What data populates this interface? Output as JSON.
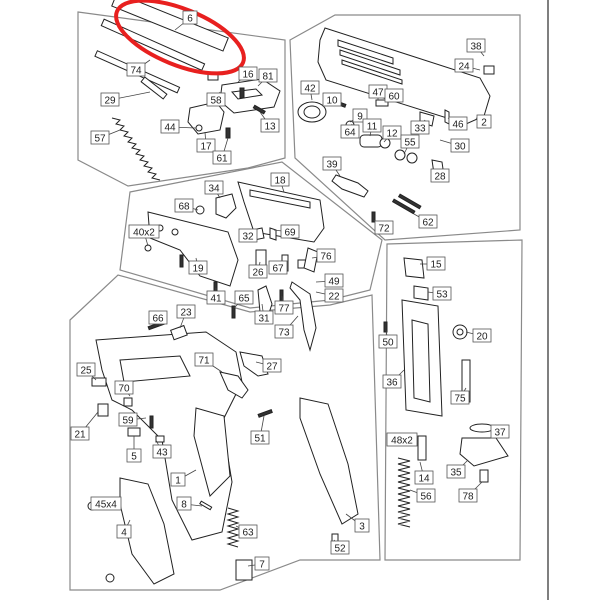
{
  "highlight": {
    "color": "#e8201f",
    "target_part": "6"
  },
  "parts": [
    {
      "n": "6"
    },
    {
      "n": "74"
    },
    {
      "n": "29"
    },
    {
      "n": "57"
    },
    {
      "n": "16"
    },
    {
      "n": "81"
    },
    {
      "n": "58"
    },
    {
      "n": "44"
    },
    {
      "n": "17"
    },
    {
      "n": "13"
    },
    {
      "n": "61"
    },
    {
      "n": "38"
    },
    {
      "n": "24"
    },
    {
      "n": "42"
    },
    {
      "n": "10"
    },
    {
      "n": "47"
    },
    {
      "n": "60"
    },
    {
      "n": "9"
    },
    {
      "n": "64"
    },
    {
      "n": "11"
    },
    {
      "n": "12"
    },
    {
      "n": "33"
    },
    {
      "n": "46"
    },
    {
      "n": "2"
    },
    {
      "n": "55"
    },
    {
      "n": "30"
    },
    {
      "n": "39"
    },
    {
      "n": "28"
    },
    {
      "n": "72"
    },
    {
      "n": "62"
    },
    {
      "n": "34"
    },
    {
      "n": "18"
    },
    {
      "n": "68"
    },
    {
      "n": "40x2"
    },
    {
      "n": "32"
    },
    {
      "n": "69"
    },
    {
      "n": "19"
    },
    {
      "n": "26"
    },
    {
      "n": "67"
    },
    {
      "n": "76"
    },
    {
      "n": "49"
    },
    {
      "n": "41"
    },
    {
      "n": "65"
    },
    {
      "n": "77"
    },
    {
      "n": "22"
    },
    {
      "n": "31"
    },
    {
      "n": "73"
    },
    {
      "n": "15"
    },
    {
      "n": "53"
    },
    {
      "n": "50"
    },
    {
      "n": "20"
    },
    {
      "n": "36"
    },
    {
      "n": "75"
    },
    {
      "n": "37"
    },
    {
      "n": "48x2"
    },
    {
      "n": "35"
    },
    {
      "n": "14"
    },
    {
      "n": "78"
    },
    {
      "n": "56"
    },
    {
      "n": "66"
    },
    {
      "n": "23"
    },
    {
      "n": "71"
    },
    {
      "n": "27"
    },
    {
      "n": "25"
    },
    {
      "n": "70"
    },
    {
      "n": "59"
    },
    {
      "n": "21"
    },
    {
      "n": "43"
    },
    {
      "n": "5"
    },
    {
      "n": "51"
    },
    {
      "n": "1"
    },
    {
      "n": "8"
    },
    {
      "n": "45x4"
    },
    {
      "n": "4"
    },
    {
      "n": "63"
    },
    {
      "n": "7"
    },
    {
      "n": "3"
    },
    {
      "n": "52"
    }
  ]
}
